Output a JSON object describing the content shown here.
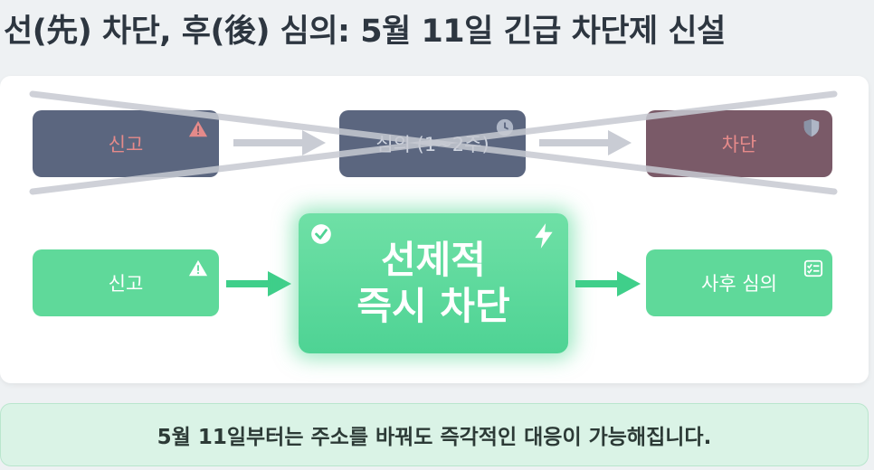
{
  "title": "선(先) 차단, 후(後) 심의: 5월 11일 긴급 차단제 신설",
  "old_flow": {
    "report": "신고",
    "review": "심의 (1~2주)",
    "block": "차단"
  },
  "new_flow": {
    "report": "신고",
    "center_line1": "선제적",
    "center_line2": "즉시 차단",
    "post_review": "사후 심의"
  },
  "footer": "5월 11일부터는 주소를 바꿔도 즉각적인 대응이 가능해집니다.",
  "colors": {
    "old_box": "#5b667f",
    "new_box": "#5fd99a",
    "accent_green": "#3fcf8a",
    "strike": "#c7cad2"
  },
  "icons": [
    "warning-icon",
    "clock-icon",
    "shield-icon",
    "check-circle-icon",
    "lightning-icon",
    "checklist-icon"
  ]
}
